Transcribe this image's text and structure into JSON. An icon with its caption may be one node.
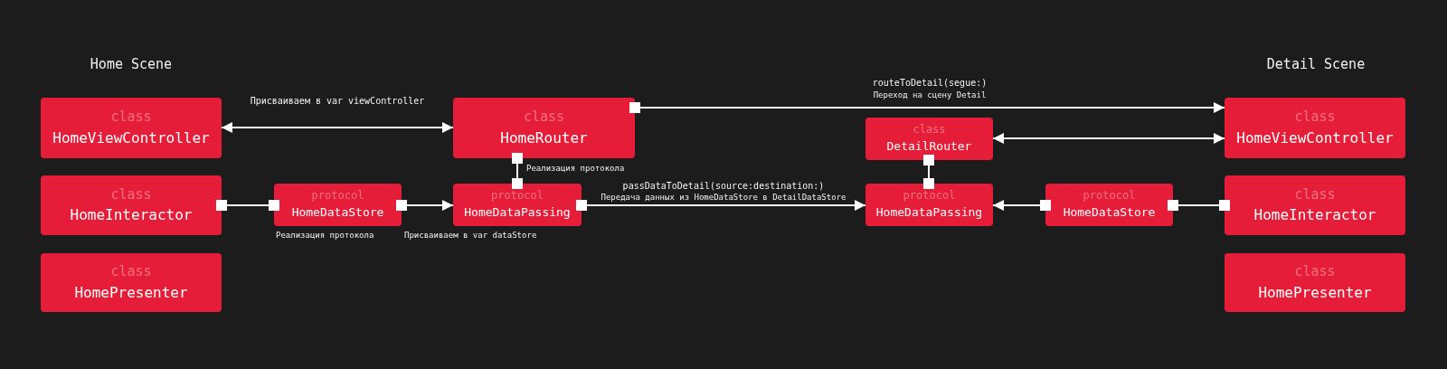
{
  "diagram": {
    "nodes": [
      {
        "text": [
          "class",
          "HomeViewController"
        ]
      },
      {
        "text": [
          "class",
          "HomeInteractor"
        ]
      },
      {
        "text": [
          "class",
          "HomePresenter"
        ]
      },
      {
        "text": [
          "protocol",
          "HomeDataStore"
        ]
      },
      {
        "text": [
          "class",
          "HomeRouter"
        ]
      },
      {
        "text": [
          "protocol",
          "HomeDataPassing"
        ]
      },
      {
        "text": [
          "class",
          "DetailRouter"
        ]
      },
      {
        "text": [
          "protocol",
          "HomeDataPassing"
        ]
      },
      {
        "text": [
          "protocol",
          "HomeDataStore"
        ]
      },
      {
        "text": [
          "class",
          "HomeViewController"
        ]
      },
      {
        "text": [
          "class",
          "HomeInteractor"
        ]
      },
      {
        "text": [
          "class",
          "HomePresenter"
        ]
      }
    ],
    "edges": [
      {
        "from": 0,
        "to": 4,
        "arrow": "both",
        "label": "Присваиваем в var viewController"
      },
      {
        "from": 1,
        "to": 3,
        "arrow": "other",
        "label": "Реализация протокола"
      },
      {
        "from": 3,
        "to": 5,
        "arrow": "to",
        "label": "Присваиваем в var dataStore"
      },
      {
        "from": 4,
        "to": 5,
        "arrow": "other",
        "label": "Реализация протокола"
      },
      {
        "from": 4,
        "to": 9,
        "arrow": "to",
        "label": "routeToDetail(segue:)"
      },
      {
        "from": 5,
        "to": 7,
        "arrow": "to",
        "label": "passDataToDetail(source:destination:)"
      },
      {
        "from": 6,
        "to": 9,
        "arrow": "both"
      },
      {
        "from": 6,
        "to": 7,
        "arrow": "other"
      },
      {
        "from": 8,
        "to": 7,
        "arrow": "to"
      },
      {
        "from": 10,
        "to": 8,
        "arrow": "other"
      }
    ],
    "labels": [
      "Home Scene",
      "Detail Scene",
      "Переход на сцену Detail",
      "Передача данных из HomeDataStore в DetailDataStore"
    ]
  }
}
